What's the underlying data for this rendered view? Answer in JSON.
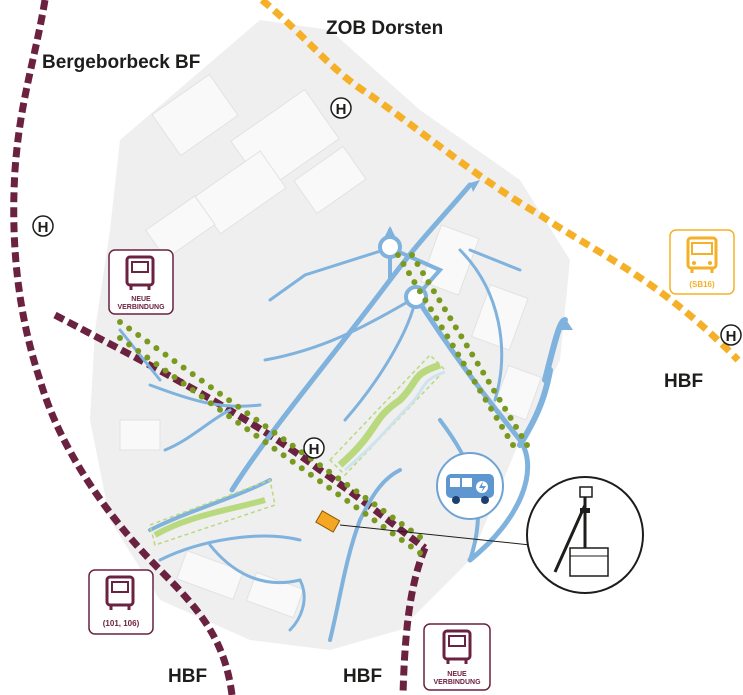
{
  "place_labels": {
    "bergeborbeck": "Bergeborbeck BF",
    "zob_dorsten": "ZOB Dorsten",
    "hbf_right": "HBF",
    "hbf_bottom_left": "HBF",
    "hbf_bottom_center": "HBF"
  },
  "stop_symbol": "H",
  "badges": {
    "tram_top_left": {
      "line1": "NEUE",
      "line2": "VERBINDUNG",
      "icon": "tram-icon"
    },
    "tram_bottom_left": {
      "line1": "(101, 106)",
      "icon": "tram-icon"
    },
    "tram_bottom_center": {
      "line1": "NEUE",
      "line2": "VERBINDUNG",
      "icon": "tram-icon"
    },
    "bus_right": {
      "line1": "(SB16)",
      "icon": "bus-icon"
    }
  },
  "icons": {
    "ebus": "electric-bus-icon",
    "charger": "pantograph-charger-icon"
  },
  "colors": {
    "rail": "#6b2140",
    "bus_route": "#f5b027",
    "street": "#7fb2dd",
    "stream": "#b9d97e",
    "trees": "#7a9a1f",
    "block_fill": "#eeeeee",
    "charger_marker": "#f5a623"
  }
}
